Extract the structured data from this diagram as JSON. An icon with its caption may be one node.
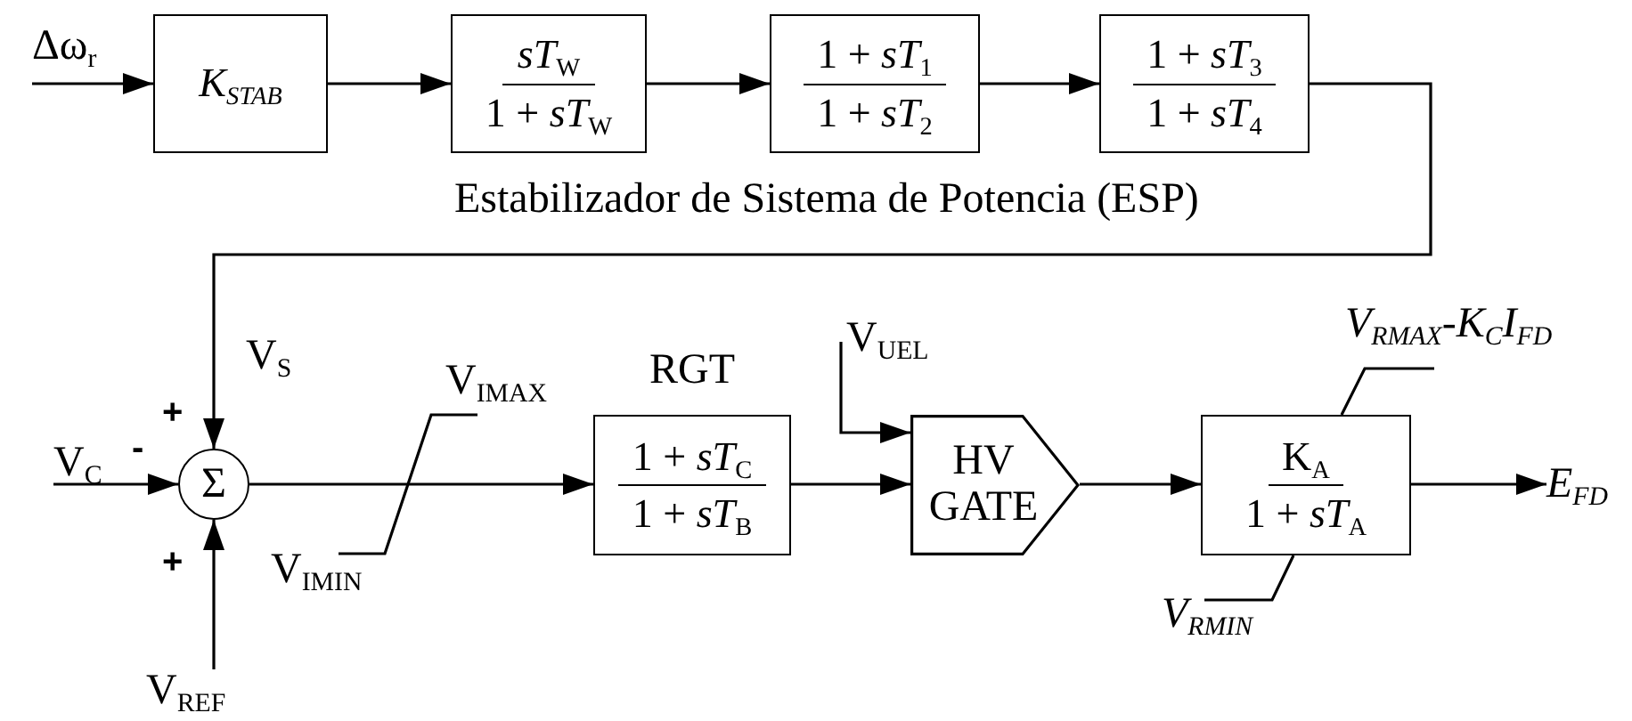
{
  "diagram": {
    "nodes": [
      {
        "text": [
          "Δω$_{r}$"
        ]
      },
      {
        "text": [
          "K$_{STAB}$"
        ]
      },
      {
        "text": [
          "*sT*$_{W}$",
          "1 + *sT*$_{W}$"
        ]
      },
      {
        "text": [
          "1 + *sT*$_{1}$",
          "1 + *sT*$_{2}$"
        ]
      },
      {
        "text": [
          "1 + *sT*$_{3}$",
          "1 + *sT*$_{4}$"
        ]
      },
      {
        "text": [
          "Σ"
        ]
      },
      {
        "text": [
          "V$_{C}$"
        ]
      },
      {
        "text": [
          "V$_{REF}$"
        ]
      },
      {
        "text": [
          "RGT",
          "1 + *sT*$_{C}$",
          "1 + *sT*$_{B}$"
        ]
      },
      {
        "text": [
          "V$_{UEL}$"
        ]
      },
      {
        "text": [
          "HV GATE"
        ]
      },
      {
        "text": [
          "K$_{A}$",
          "1 + *sT*$_{A}$"
        ]
      },
      {
        "text": [
          "E$_{FD}$"
        ]
      }
    ],
    "edges": [
      {
        "from": 0,
        "to": 1,
        "arrow": "to"
      },
      {
        "from": 1,
        "to": 2,
        "arrow": "to"
      },
      {
        "from": 2,
        "to": 3,
        "arrow": "to"
      },
      {
        "from": 3,
        "to": 4,
        "arrow": "to"
      },
      {
        "from": 4,
        "to": 5,
        "arrow": "to"
      },
      {
        "from": 6,
        "to": 5,
        "arrow": "to"
      },
      {
        "from": 7,
        "to": 5,
        "arrow": "to"
      },
      {
        "from": 5,
        "to": 8,
        "arrow": "to"
      },
      {
        "from": 9,
        "to": 10,
        "arrow": "to"
      },
      {
        "from": 8,
        "to": 10,
        "arrow": "to"
      },
      {
        "from": 10,
        "to": 11,
        "arrow": "to"
      },
      {
        "from": 11,
        "to": 12,
        "arrow": "to"
      }
    ],
    "labels": [
      "Estabilizador de Sistema de Potencia  (ESP)",
      "V$_{S}$",
      "+",
      "-",
      "+",
      "V$_{IMAX}$",
      "V$_{IMIN}$",
      "V$_{RMAX}$-K$_{C}$I$_{FD}$",
      "V$_{RMIN}$"
    ]
  }
}
